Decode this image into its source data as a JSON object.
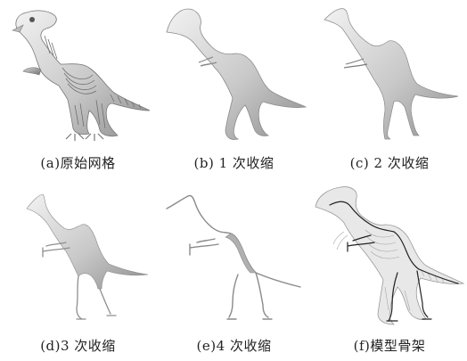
{
  "figure": {
    "panels": [
      {
        "caption": "(a)原始网格"
      },
      {
        "caption": "(b) 1 次收缩"
      },
      {
        "caption": "(c) 2 次收缩"
      },
      {
        "caption": "(d)3 次收缩"
      },
      {
        "caption": "(e)4 次收缩"
      },
      {
        "caption": "(f)模型骨架"
      }
    ]
  }
}
